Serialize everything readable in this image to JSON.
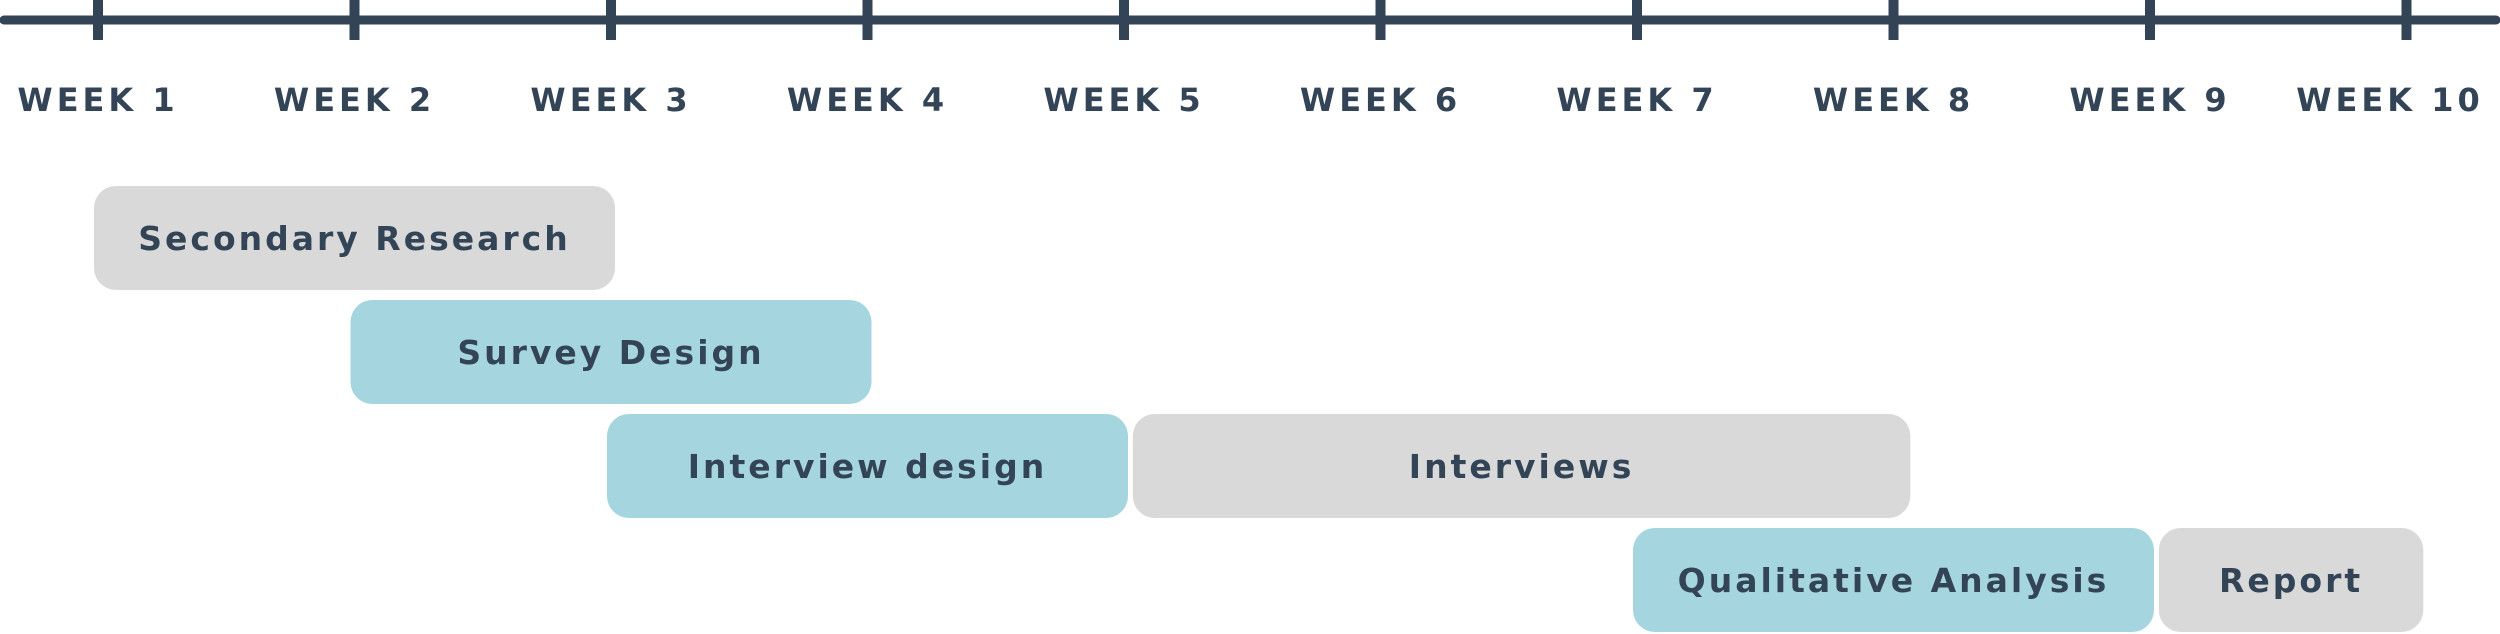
{
  "chart_data": {
    "type": "gantt",
    "categories": [
      "WEEK 1",
      "WEEK 2",
      "WEEK 3",
      "WEEK 4",
      "WEEK 5",
      "WEEK 6",
      "WEEK 7",
      "WEEK 8",
      "WEEK 9",
      "WEEK 10"
    ],
    "tasks": [
      {
        "label": "Secondary Research",
        "start": 1.0,
        "end": 3.0,
        "lane": 0,
        "color": "#d9d9d9"
      },
      {
        "label": "Survey Design",
        "start": 2.0,
        "end": 4.0,
        "lane": 1,
        "color": "#a5d6e0"
      },
      {
        "label": "Interview design",
        "start": 3.0,
        "end": 5.0,
        "lane": 2,
        "color": "#a5d6e0"
      },
      {
        "label": "Interviews",
        "start": 5.05,
        "end": 8.05,
        "lane": 2,
        "color": "#d9d9d9"
      },
      {
        "label": "Qualitative Analysis",
        "start": 7.0,
        "end": 9.0,
        "lane": 3,
        "color": "#a5d6e0"
      },
      {
        "label": "Report",
        "start": 9.05,
        "end": 10.05,
        "lane": 3,
        "color": "#d9d9d9"
      }
    ],
    "colors": {
      "axis": "#334457",
      "text": "#334457",
      "gray_bar": "#d9d9d9",
      "blue_bar": "#a5d6e0"
    }
  }
}
